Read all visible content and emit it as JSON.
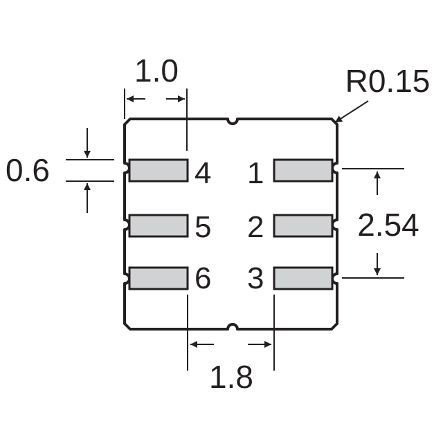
{
  "colors": {
    "line": "#231f20",
    "pad_fill": "#d1d2d4",
    "background": "#ffffff"
  },
  "dimensions": {
    "pad_width": "1.0",
    "pad_height": "0.6",
    "pin_pitch": "2.54",
    "pad_gap": "1.8",
    "corner_radius": "R0.15"
  },
  "pins": {
    "left": [
      "4",
      "5",
      "6"
    ],
    "right": [
      "1",
      "2",
      "3"
    ]
  }
}
